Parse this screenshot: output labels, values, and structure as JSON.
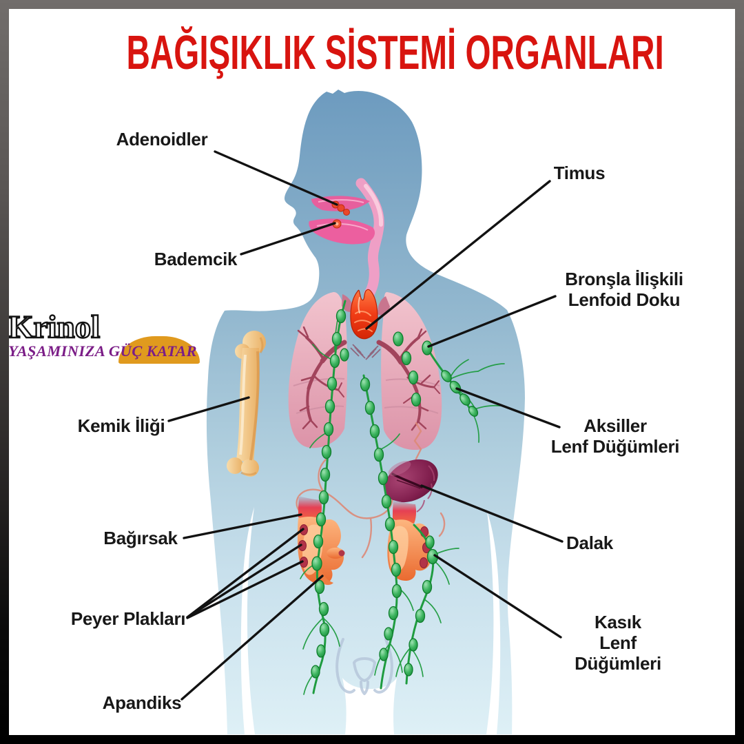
{
  "title": "BAĞIŞIKLIK SİSTEMİ ORGANLARI",
  "logo": {
    "brand": "Krinol",
    "tagline": "YAŞAMINIZA GÜÇ KATAR"
  },
  "labels": {
    "adenoids": "Adenoidler",
    "tonsil": "Bademcik",
    "thymus": "Timus",
    "balt": "Bronşla İlişkili\nLenfoid Doku",
    "bone_marrow": "Kemik İliği",
    "axillary_nodes": "Aksiller\nLenf Düğümleri",
    "spleen": "Dalak",
    "intestine": "Bağırsak",
    "peyers_patches": "Peyer Plakları",
    "appendix": "Apandiks",
    "inguinal_nodes": "Kasık\nLenf Düğümleri"
  },
  "colors": {
    "title_red": "#d8140f",
    "label_text": "#181818",
    "pointer_line": "#121212",
    "body_blue_top": "#6d9bbf",
    "body_blue_bottom": "#def0f6",
    "lymph_green": "#1f9c40",
    "lung_pink": "#e8aebc",
    "bronchi_maroon": "#a2445c",
    "thymus_red": "#ee3a14",
    "spleen_maroon": "#7c1c48",
    "intestine_orange": "#f08448",
    "bone_tan": "#f2c78e",
    "brand_purple": "#7b1d87",
    "brand_orange": "#e09a1e",
    "frame_top": "#716d6b",
    "frame_bottom": "#000000"
  }
}
